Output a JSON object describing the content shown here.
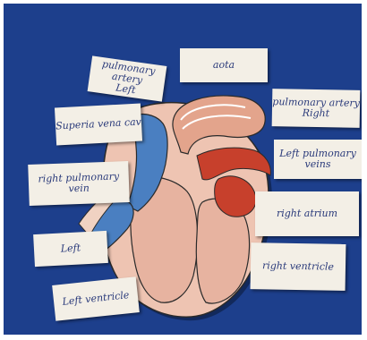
{
  "labels": {
    "aorta": "aota",
    "pulmonary_artery_left": "pulmonary artery\nLeft",
    "pulmonary_artery_right": "pulmonary artery\nRight",
    "superior_vena_cava": "Superia vena cav",
    "left_pulmonary_veins": "Left pulmonary veins",
    "right_pulmonary_veins": "right pulmonary vein",
    "right_atrium": "right atrium",
    "left_atrium": "Left",
    "right_ventricle": "right ventricle",
    "left_ventricle": "Left ventricle"
  },
  "colors": {
    "background": "#1d3f8c",
    "card": "#f3efe6",
    "ink": "#2a3a7a",
    "heart_tissue": "#e7b9a6",
    "heart_muscle": "#d98f73",
    "vein_blue": "#4a7fc1",
    "artery_red": "#c7402c"
  }
}
